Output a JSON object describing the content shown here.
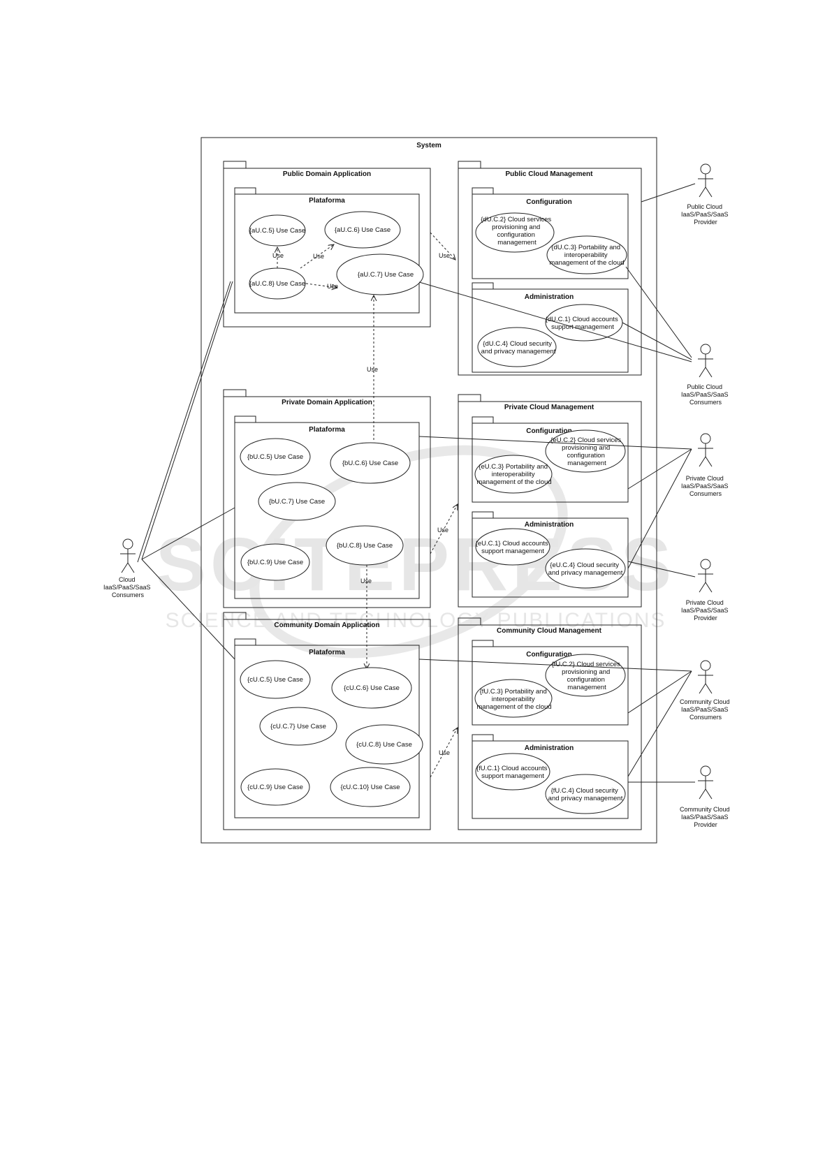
{
  "system": {
    "label": "System"
  },
  "packages": {
    "public_domain": {
      "title": "Public Domain Application",
      "inner_title": "Plataforma",
      "use_cases": {
        "a5": "{aU.C.5} Use Case",
        "a6": "{aU.C.6} Use Case",
        "a8": "{aU.C.8} Use Case",
        "a7": "{aU.C.7} Use Case"
      },
      "use_label": "Use"
    },
    "public_cloud": {
      "title": "Public Cloud Management",
      "configuration": {
        "title": "Configuration",
        "d2": [
          "{dU.C.2} Cloud services",
          "provisioning and",
          "configuration",
          "management"
        ],
        "d3": [
          "{dU.C.3} Portability and",
          "interoperability",
          "management of the cloud"
        ]
      },
      "administration": {
        "title": "Administration",
        "d1": [
          "{dU.C.1} Cloud accounts",
          "support management"
        ],
        "d4": [
          "{dU.C.4} Cloud security",
          "and privacy management"
        ]
      }
    },
    "private_domain": {
      "title": "Private Domain Application",
      "inner_title": "Plataforma",
      "use_cases": {
        "b5": "{bU.C.5} Use Case",
        "b6": "{bU.C.6} Use Case",
        "b7": "{bU.C.7} Use Case",
        "b9": "{bU.C.9} Use Case",
        "b8": "{bU.C.8} Use Case"
      }
    },
    "private_cloud": {
      "title": "Private Cloud Management",
      "configuration": {
        "title": "Configuration",
        "e2": [
          "{eU.C.2} Cloud services",
          "provisioning and",
          "configuration",
          "management"
        ],
        "e3": [
          "{eU.C.3} Portability and",
          "interoperability",
          "management of the cloud"
        ]
      },
      "administration": {
        "title": "Administration",
        "e1": [
          "{eU.C.1} Cloud accounts",
          "support management"
        ],
        "e4": [
          "{eU.C.4} Cloud security",
          "and privacy management"
        ]
      }
    },
    "community_domain": {
      "title": "Community Domain Application",
      "inner_title": "Plataforma",
      "use_cases": {
        "c5": "{cU.C.5} Use Case",
        "c6": "{cU.C.6} Use Case",
        "c7": "{cU.C.7} Use Case",
        "c8": "{cU.C.8} Use Case",
        "c9": "{cU.C.9} Use Case",
        "c10": "{cU.C.10} Use Case"
      }
    },
    "community_cloud": {
      "title": "Community Cloud Management",
      "configuration": {
        "title": "Configuration",
        "f2": [
          "{fU.C.2} Cloud services",
          "provisioning and",
          "configuration",
          "management"
        ],
        "f3": [
          "{fU.C.3} Portability and",
          "interoperability",
          "management of the cloud"
        ]
      },
      "administration": {
        "title": "Administration",
        "f1": [
          "{fU.C.1} Cloud accounts",
          "support management"
        ],
        "f4": [
          "{fU.C.4} Cloud security",
          "and privacy management"
        ]
      }
    }
  },
  "use_label": "Use",
  "actors": {
    "consumers_left": [
      "Cloud",
      "IaaS/PaaS/SaaS",
      "Consumers"
    ],
    "public_provider": [
      "Public Cloud",
      "IaaS/PaaS/SaaS",
      "Provider"
    ],
    "public_consumers": [
      "Public Cloud",
      "IaaS/PaaS/SaaS",
      "Consumers"
    ],
    "private_consumers": [
      "Private Cloud",
      "IaaS/PaaS/SaaS",
      "Consumers"
    ],
    "private_provider": [
      "Private Cloud",
      "IaaS/PaaS/SaaS",
      "Provider"
    ],
    "community_consumers": [
      "Community Cloud",
      "IaaS/PaaS/SaaS",
      "Consumers"
    ],
    "community_provider": [
      "Community Cloud",
      "IaaS/PaaS/SaaS",
      "Provider"
    ]
  },
  "watermark": {
    "big": "SCITEPRESS",
    "small": "SCIENCE AND TECHNOLOGY PUBLICATIONS"
  }
}
